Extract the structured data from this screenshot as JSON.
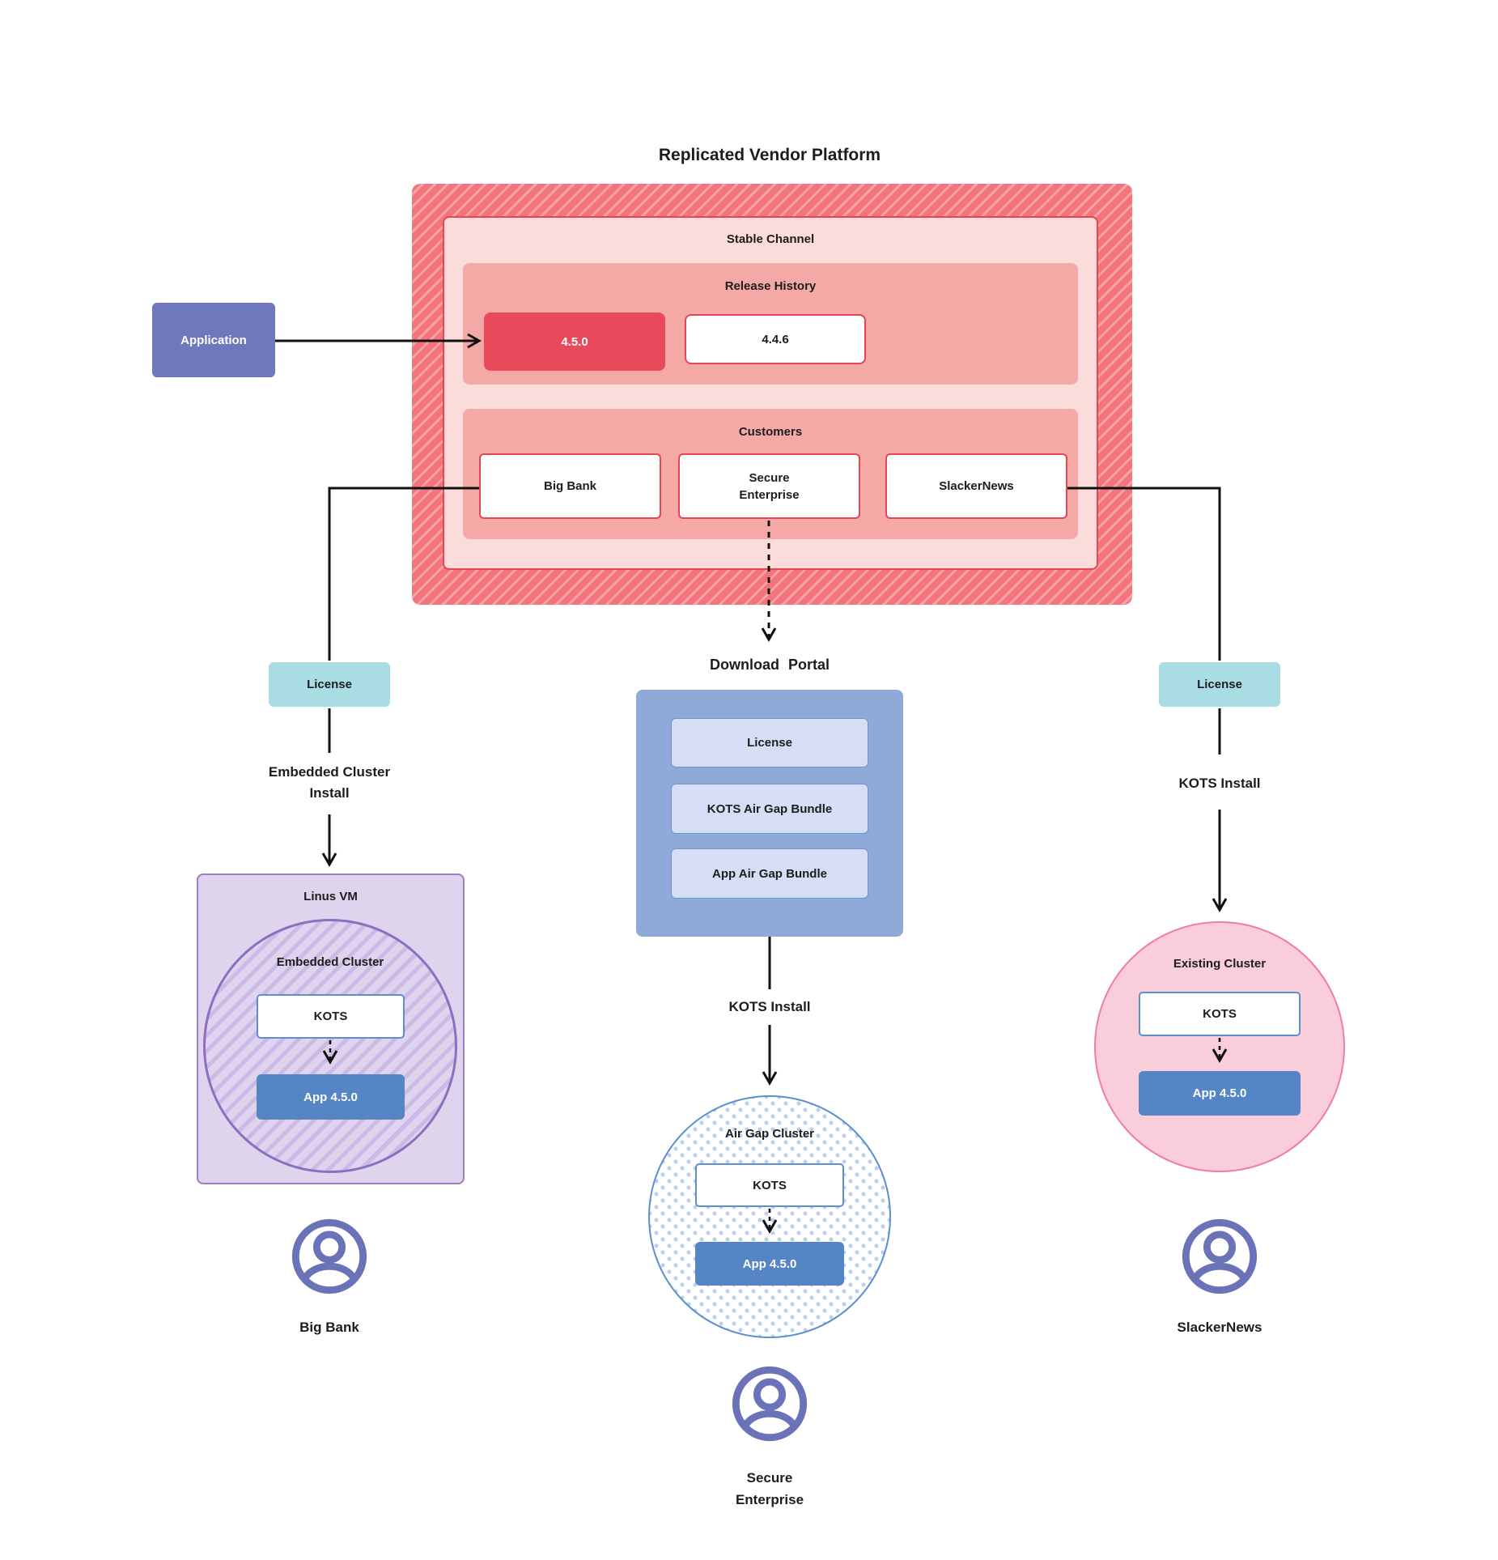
{
  "title": "Replicated Vendor Platform",
  "platform": {
    "channel": "Stable Channel",
    "release_history": {
      "label": "Release History",
      "releases": [
        "4.5.0",
        "4.4.6"
      ]
    },
    "customers": {
      "label": "Customers",
      "items": [
        "Big Bank",
        "Secure\nEnterprise",
        "SlackerNews"
      ]
    }
  },
  "application": {
    "label": "Application"
  },
  "left_path": {
    "license": "License",
    "install": "Embedded Cluster\nInstall",
    "vm": {
      "label": "Linus VM",
      "cluster": "Embedded Cluster",
      "kots": "KOTS",
      "app": "App 4.5.0"
    },
    "user": "Big Bank"
  },
  "middle_path": {
    "portal": {
      "label": "Download Portal",
      "items": [
        "License",
        "KOTS Air Gap Bundle",
        "App Air Gap Bundle"
      ]
    },
    "install": "KOTS Install",
    "cluster": {
      "label": "Air Gap Cluster",
      "kots": "KOTS",
      "app": "App 4.5.0"
    },
    "user": "Secure\nEnterprise"
  },
  "right_path": {
    "license": "License",
    "install": "KOTS Install",
    "cluster": {
      "label": "Existing Cluster",
      "kots": "KOTS",
      "app": "App 4.5.0"
    },
    "user": "SlackerNews"
  },
  "colors": {
    "channel_border_red": "#e64553",
    "current_release_red": "#e84a5c",
    "channel_panel_salmon": "#f5a9a6",
    "channel_bg_pink": "#fbdcdb",
    "hatch_red_dark": "#f3747b",
    "hatch_red_light": "#f6a3a7",
    "application_purple": "#6f78bc",
    "license_teal": "#a9dde3",
    "portal_blue": "#8faad8",
    "portal_item_blue": "#d6def5",
    "vm_purple_bg": "#ded4ee",
    "vm_purple_border": "#9a7fc6",
    "kots_border_blue": "#5b8fd0",
    "app_box_blue": "#5585c4",
    "airgap_dot_blue": "#b9cfee",
    "existing_cluster_pink": "#f9cdd9",
    "existing_cluster_border": "#f07c9e",
    "user_icon_purple": "#6b73b8"
  }
}
